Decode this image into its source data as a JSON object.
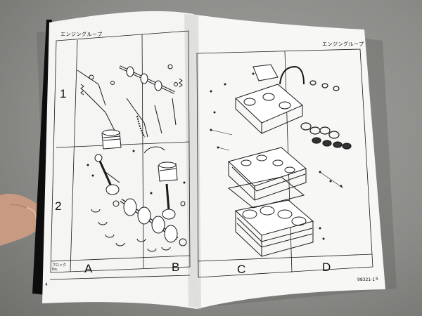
{
  "book": {
    "left_header": "エンジングループ",
    "right_header": "エンジングループ",
    "row_labels": [
      "1",
      "2"
    ],
    "column_labels": [
      "A",
      "B",
      "C",
      "D"
    ],
    "block_label_line1": "ブロック",
    "block_label_line2": "No.",
    "left_page_number": "4",
    "right_page_code": "98321-1",
    "right_page_number": "5"
  },
  "colors": {
    "background": "#8d8d8a",
    "paper": "#f7f7f5",
    "ink": "#1a1a1a",
    "spine_band": "#0d0d0d"
  }
}
